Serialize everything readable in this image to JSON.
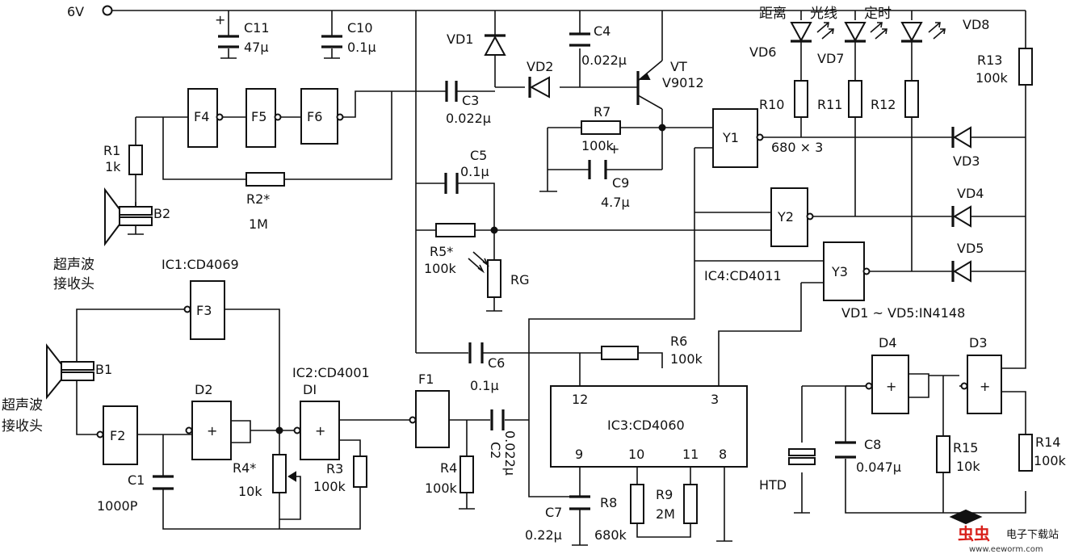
{
  "supply": "6V",
  "capacitors": {
    "c11": {
      "ref": "C11",
      "value": "47μ"
    },
    "c10": {
      "ref": "C10",
      "value": "0.1μ"
    },
    "c4": {
      "ref": "C4",
      "value": "0.022μ"
    },
    "c3": {
      "ref": "C3",
      "value": "0.022μ"
    },
    "c5": {
      "ref": "C5",
      "value": "0.1μ"
    },
    "c9": {
      "ref": "C9",
      "value": "4.7μ"
    },
    "c6": {
      "ref": "C6",
      "value": "0.1μ"
    },
    "c2": {
      "ref": "C2",
      "value": "0.022μ"
    },
    "c7": {
      "ref": "C7",
      "value": "0.22μ"
    },
    "c8": {
      "ref": "C8",
      "value": "0.047μ"
    },
    "c1": {
      "ref": "C1",
      "value": "1000P"
    }
  },
  "resistors": {
    "r1": {
      "ref": "R1",
      "value": "1k"
    },
    "r2": {
      "ref": "R2*",
      "value": "1M"
    },
    "r7": {
      "ref": "R7",
      "value": "100k"
    },
    "r5": {
      "ref": "R5*",
      "value": "100k"
    },
    "r10": {
      "ref": "R10"
    },
    "r11": {
      "ref": "R11"
    },
    "r12": {
      "ref": "R12"
    },
    "r10_12_value": "680 × 3",
    "r13": {
      "ref": "R13",
      "value": "100k"
    },
    "r6": {
      "ref": "R6",
      "value": "100k"
    },
    "r4": {
      "ref": "R4*",
      "value": "10k"
    },
    "r3": {
      "ref": "R3",
      "value": "100k"
    },
    "r4b": {
      "ref": "R4",
      "value": "100k"
    },
    "r8": {
      "ref": "R8",
      "value": "680k"
    },
    "r9": {
      "ref": "R9",
      "value": "2M"
    },
    "r15": {
      "ref": "R15",
      "value": "10k"
    },
    "r14": {
      "ref": "R14",
      "value": "100k"
    },
    "rg": {
      "ref": "RG"
    }
  },
  "diodes": {
    "vd1": "VD1",
    "vd2": "VD2",
    "vd3": "VD3",
    "vd4": "VD4",
    "vd5": "VD5",
    "vd6": "VD6",
    "vd7": "VD7",
    "vd8": "VD8",
    "note": "VD1 ~ VD5:IN4148"
  },
  "led_labels": {
    "distance": "距离",
    "light": "光线",
    "timer": "定时"
  },
  "transistor": {
    "ref": "VT",
    "model": "V9012"
  },
  "gates": {
    "f1": "F1",
    "f2": "F2",
    "f3": "F3",
    "f4": "F4",
    "f5": "F5",
    "f6": "F6",
    "y1": "Y1",
    "y2": "Y2",
    "y3": "Y3",
    "d1": "DI",
    "d2": "D2",
    "d3": "D3",
    "d4": "D4",
    "plus": "+"
  },
  "ics": {
    "ic1": "IC1:CD4069",
    "ic2": "IC2:CD4001",
    "ic3": "IC3:CD4060",
    "ic4": "IC4:CD4011",
    "pins": {
      "p12": "12",
      "p3": "3",
      "p9": "9",
      "p10": "10",
      "p11": "11",
      "p8": "8"
    }
  },
  "transducers": {
    "b1": "B1",
    "b2": "B2",
    "htd": "HTD",
    "receiver_line1": "超声波",
    "receiver_line2": "接收头"
  },
  "watermark": {
    "brand": "电子下载站",
    "url": "www.eeworm.com"
  }
}
